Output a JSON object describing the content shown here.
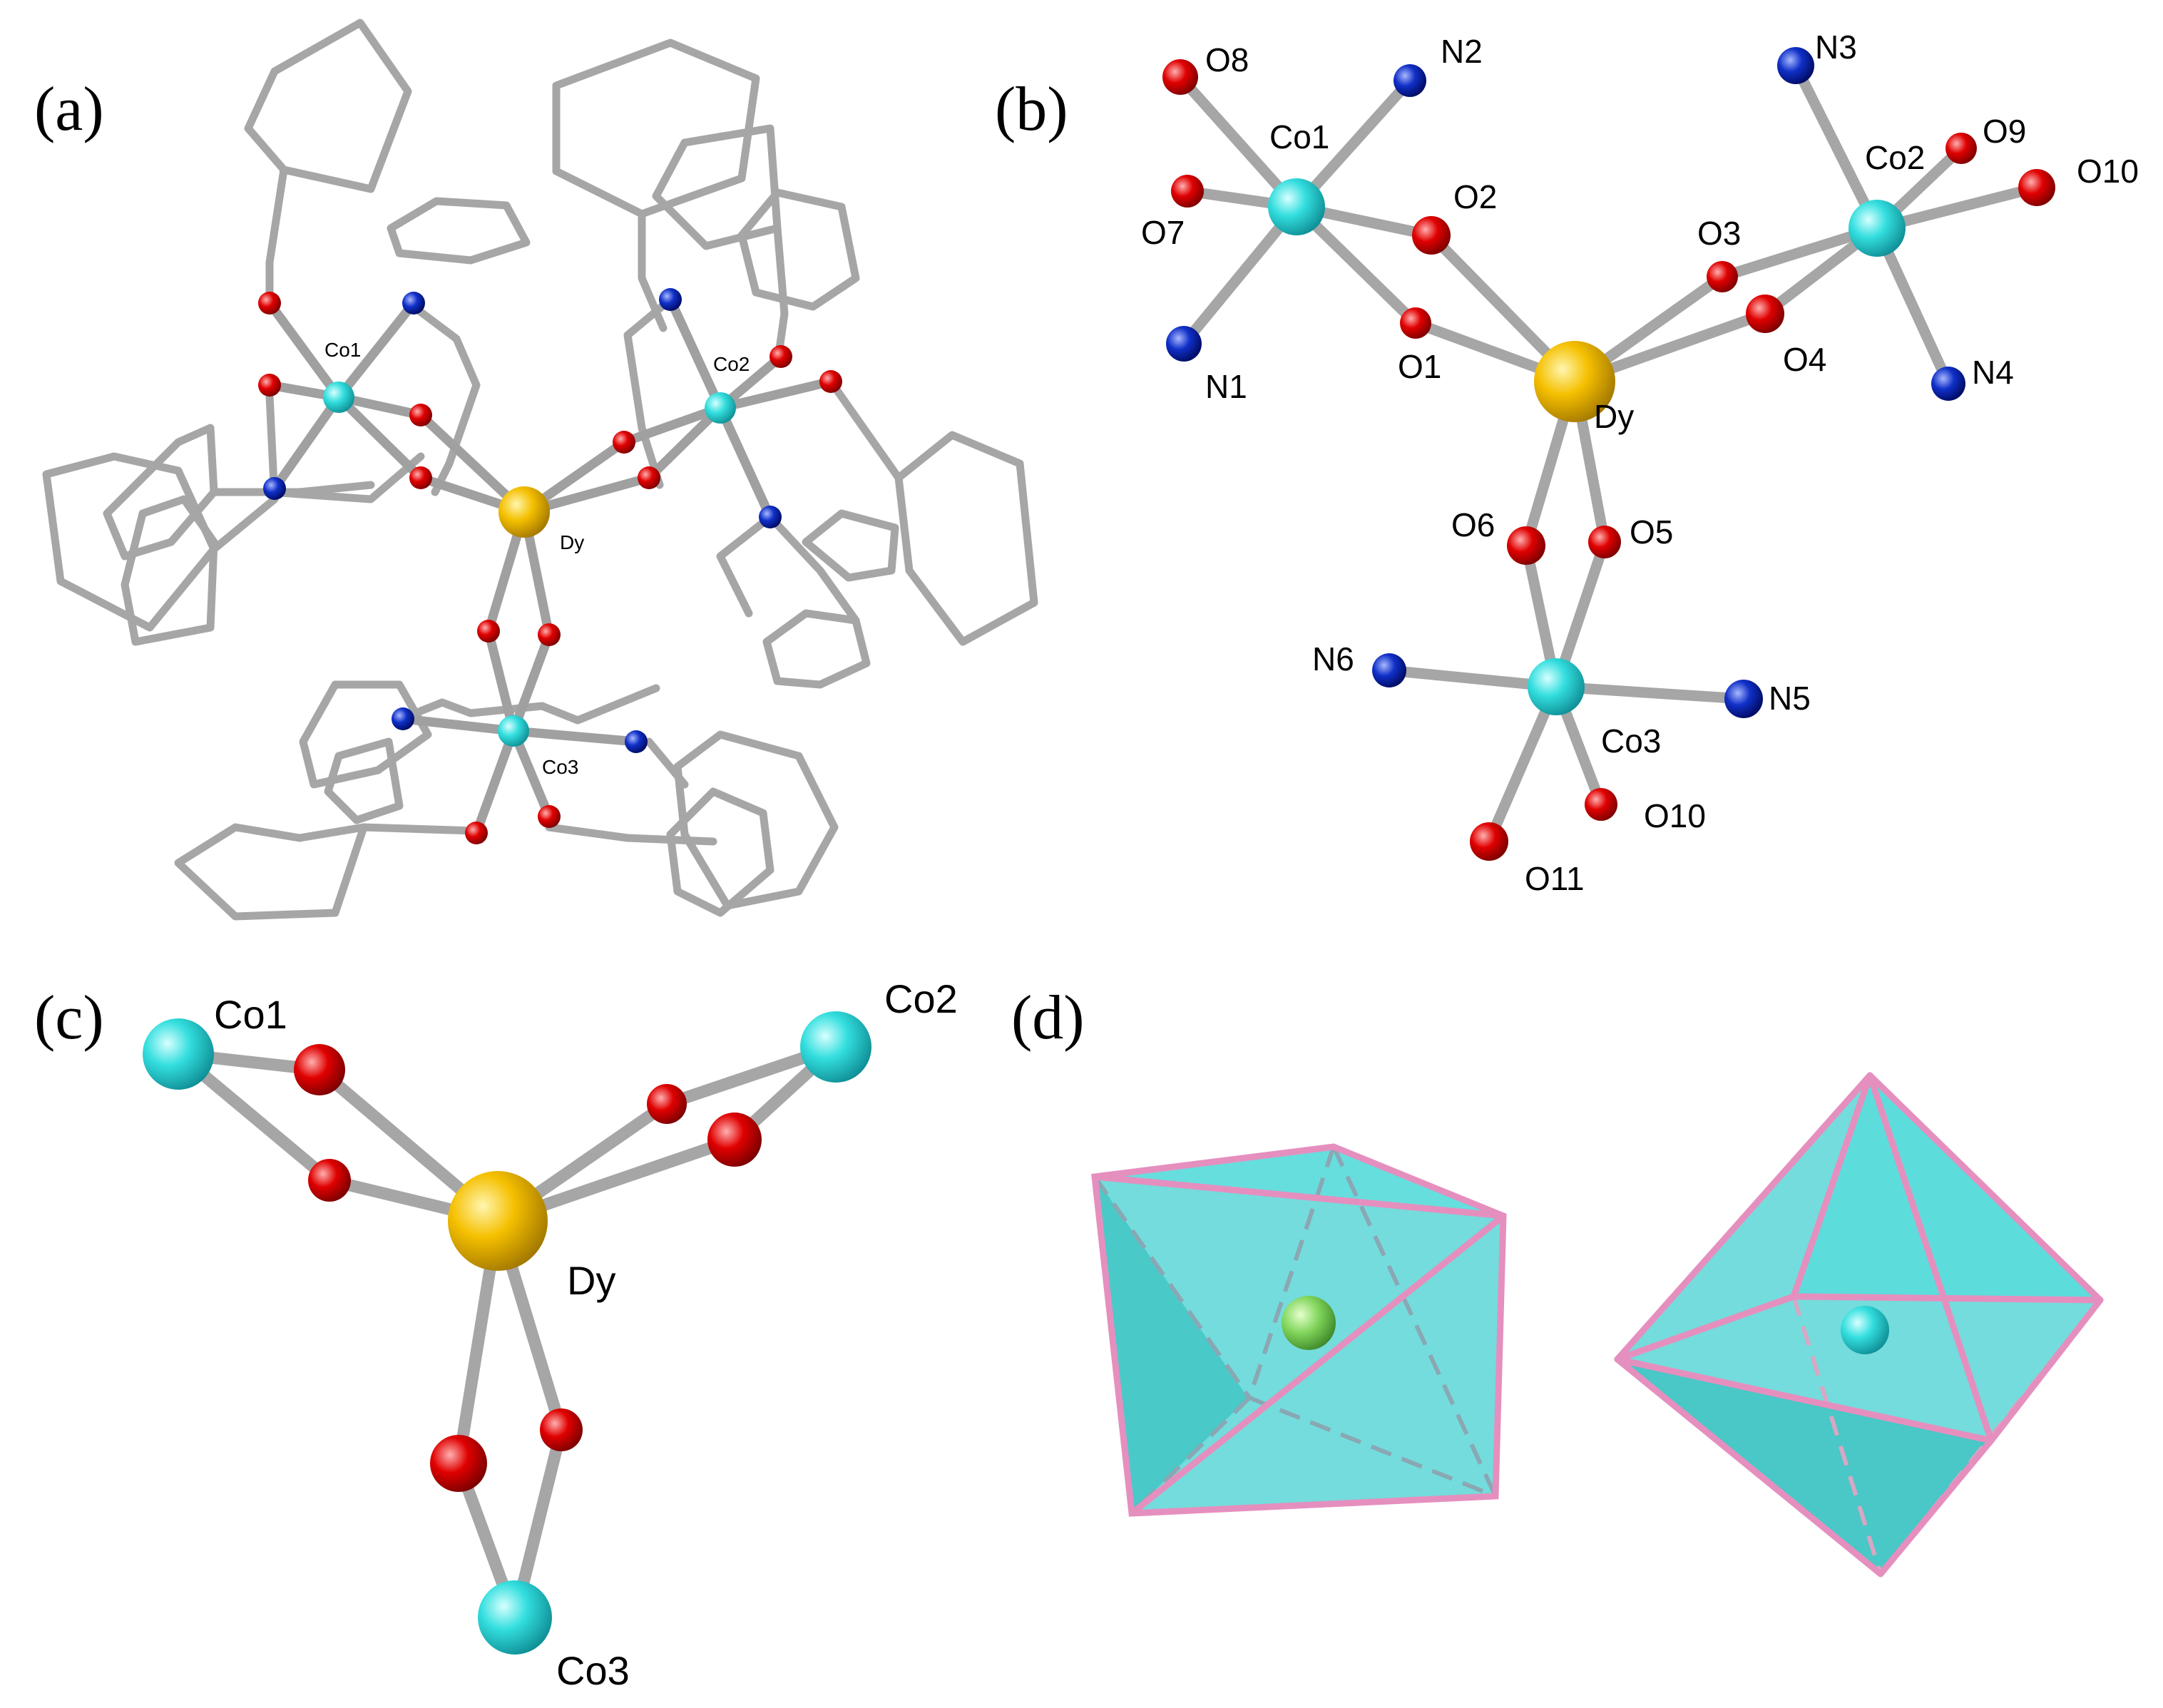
{
  "panels": [
    {
      "id": "a",
      "letter": "(a)",
      "labels": {
        "co1": "Co1",
        "co2": "Co2",
        "co3": "Co3",
        "dy": "Dy"
      }
    },
    {
      "id": "b",
      "letter": "(b)",
      "labels": {
        "co1": "Co1",
        "co2": "Co2",
        "co3": "Co3",
        "dy": "Dy",
        "o1": "O1",
        "o2": "O2",
        "o3": "O3",
        "o4": "O4",
        "o5": "O5",
        "o6": "O6",
        "o7": "O7",
        "o8": "O8",
        "o9": "O9",
        "o10a": "O10",
        "o10b": "O10",
        "o11": "O11",
        "n1": "N1",
        "n2": "N2",
        "n3": "N3",
        "n4": "N4",
        "n5": "N5",
        "n6": "N6"
      }
    },
    {
      "id": "c",
      "letter": "(c)",
      "labels": {
        "co1": "Co1",
        "co2": "Co2",
        "co3": "Co3",
        "dy": "Dy"
      }
    },
    {
      "id": "d",
      "letter": "(d)"
    }
  ],
  "colors": {
    "cobalt": "#33dede",
    "dysprosium": "#f5c000",
    "oxygen": "#e00000",
    "nitrogen": "#1030c8",
    "bond": "#a4a4a4",
    "polyhedron_face": "#3ad2d2",
    "polyhedron_edge": "#e58fbf",
    "dy_center_sphere": "#7fd45a"
  }
}
